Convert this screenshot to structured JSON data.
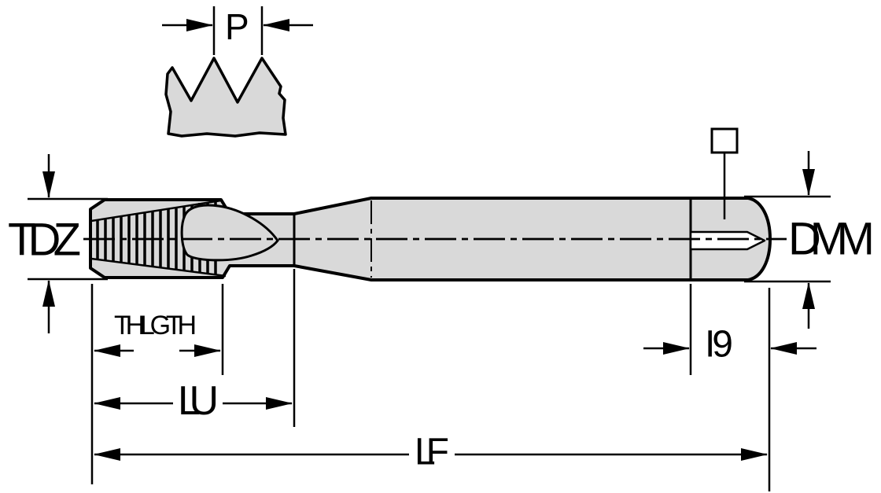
{
  "diagram": {
    "type": "technical-dimension-drawing",
    "subject": "machine tap with spiral flutes and square drive shank",
    "labels": {
      "pitch": "P",
      "thread_diameter": "TDZ",
      "shank_diameter": "DMM",
      "thread_length": "THLGTH",
      "usable_length": "LU",
      "overall_length": "LF",
      "square_length": "I9"
    },
    "colors": {
      "background": "#ffffff",
      "body_fill": "#d9d9d9",
      "line": "#000000"
    }
  }
}
